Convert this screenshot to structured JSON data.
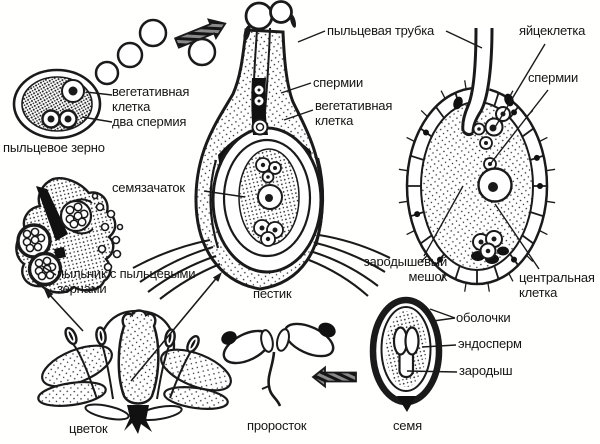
{
  "labels": {
    "vegetative_cell_pollen": "вегетативная клетка",
    "two_sperm": "два спермия",
    "pollen_grain": "пыльцевое зерно",
    "pollen_tube": "пыльцевая трубка",
    "sperm_in_tube": "спермии",
    "vegetative_cell_tube": "вегетативная клетка",
    "ovule": "семязачаток",
    "pistil": "пестик",
    "anther_with_pollen": "пыльник с пыльцевыми зернами",
    "flower": "цветок",
    "egg_cell": "яйцеклетка",
    "sperm_in_sac": "спермии",
    "embryo_sac": "зародышевый мешок",
    "central_cell": "центральная клетка",
    "seed_coats": "оболочки",
    "endosperm": "эндосперм",
    "embryo": "зародыш",
    "seed": "семя",
    "seedling": "проросток"
  },
  "colors": {
    "ink": "#1a1a1a",
    "paper": "#ffffff"
  }
}
